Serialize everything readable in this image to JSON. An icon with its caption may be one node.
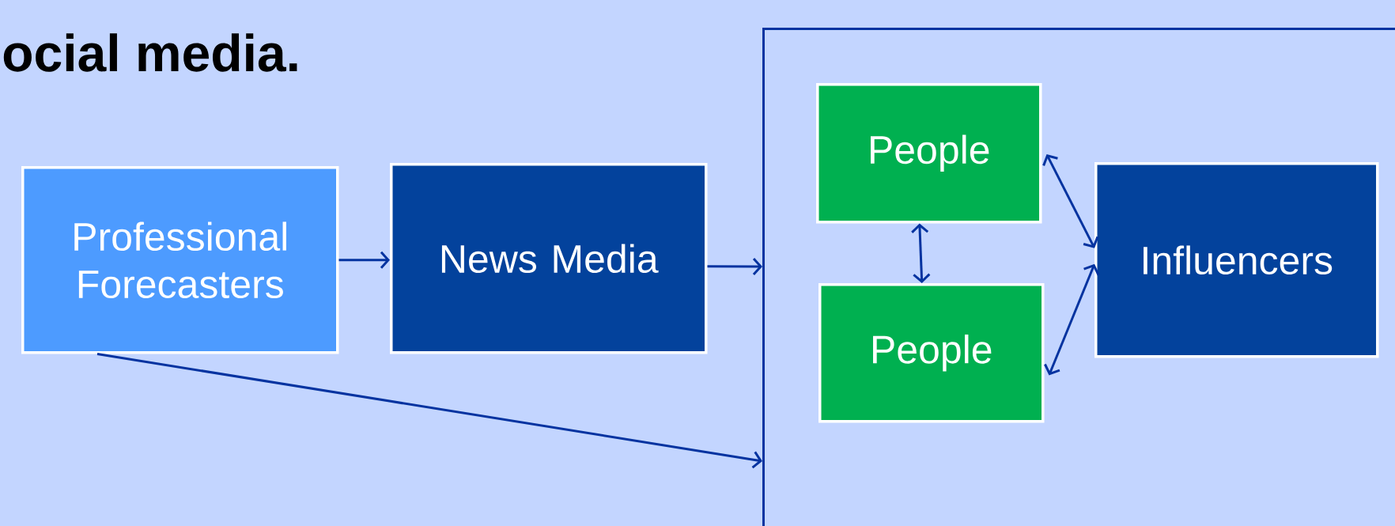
{
  "diagram": {
    "title": "ocial media.",
    "nodes": [
      {
        "text": [
          "Professional Forecasters"
        ]
      },
      {
        "text": [
          "News Media"
        ]
      },
      {
        "text": [],
        "shape": "box"
      },
      {
        "text": [
          "People"
        ],
        "in": 2
      },
      {
        "text": [
          "People"
        ],
        "in": 2
      },
      {
        "text": [
          "Influencers"
        ],
        "in": 2
      }
    ],
    "edges": [
      {
        "from": 0,
        "to": 1,
        "arrow": "to"
      },
      {
        "from": 1,
        "to": 2,
        "arrow": "to"
      },
      {
        "from": 0,
        "to": 2,
        "arrow": "to"
      },
      {
        "from": 3,
        "to": 4,
        "arrow": "both"
      },
      {
        "from": 3,
        "to": 5,
        "arrow": "both"
      },
      {
        "from": 4,
        "to": 5,
        "arrow": "both"
      }
    ]
  }
}
